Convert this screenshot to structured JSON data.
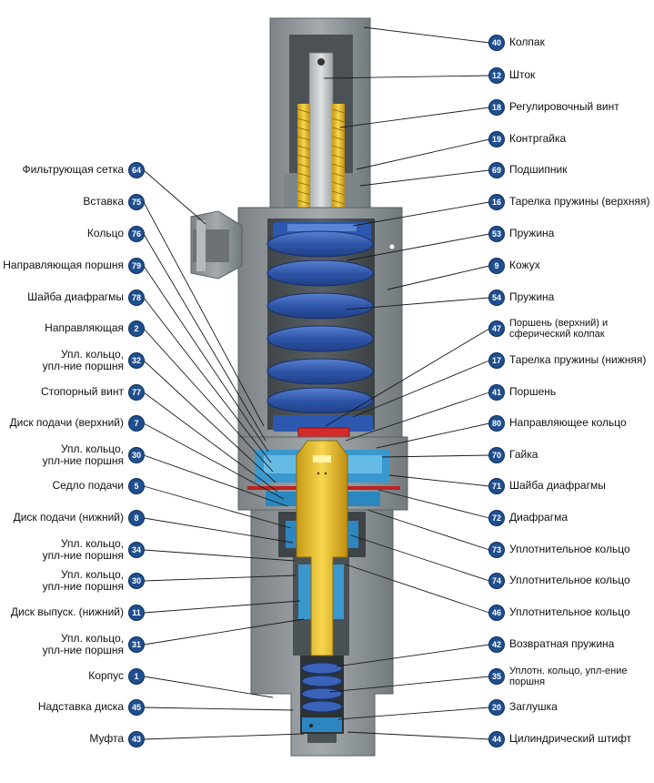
{
  "left_labels": [
    {
      "num": "64",
      "text": "Фильтрующая сетка"
    },
    {
      "num": "75",
      "text": "Вставка"
    },
    {
      "num": "76",
      "text": "Кольцо"
    },
    {
      "num": "79",
      "text": "Направляющая поршня"
    },
    {
      "num": "78",
      "text": "Шайба диафрагмы"
    },
    {
      "num": "2",
      "text": "Направляющая"
    },
    {
      "num": "32",
      "text": "Упл. кольцо,\nупл-ние поршня"
    },
    {
      "num": "77",
      "text": "Стопорный винт"
    },
    {
      "num": "7",
      "text": "Диск подачи (верхний)"
    },
    {
      "num": "30",
      "text": "Упл. кольцо,\nупл-ние поршня"
    },
    {
      "num": "5",
      "text": "Седло подачи"
    },
    {
      "num": "8",
      "text": "Диск подачи (нижний)"
    },
    {
      "num": "34",
      "text": "Упл. кольцо,\nупл-ние поршня"
    },
    {
      "num": "30",
      "text": "Упл. кольцо,\nупл-ние поршня"
    },
    {
      "num": "11",
      "text": "Диск выпуск. (нижний)"
    },
    {
      "num": "31",
      "text": "Упл. кольцо,\nупл-ние поршня"
    },
    {
      "num": "1",
      "text": "Корпус"
    },
    {
      "num": "45",
      "text": "Надставка диска"
    },
    {
      "num": "43",
      "text": "Муфта"
    }
  ],
  "right_labels": [
    {
      "num": "40",
      "text": "Колпак"
    },
    {
      "num": "12",
      "text": "Шток"
    },
    {
      "num": "18",
      "text": "Регулировочный винт"
    },
    {
      "num": "19",
      "text": "Контргайка"
    },
    {
      "num": "69",
      "text": "Подшипник"
    },
    {
      "num": "16",
      "text": "Тарелка пружины (верхняя)"
    },
    {
      "num": "53",
      "text": "Пружина"
    },
    {
      "num": "9",
      "text": "Кожух"
    },
    {
      "num": "54",
      "text": "Пружина"
    },
    {
      "num": "47",
      "text": "Поршень (верхний) и\nсферический колпак"
    },
    {
      "num": "17",
      "text": "Тарелка пружины (нижняя)"
    },
    {
      "num": "41",
      "text": "Поршень"
    },
    {
      "num": "80",
      "text": "Направляющее кольцо"
    },
    {
      "num": "70",
      "text": "Гайка"
    },
    {
      "num": "71",
      "text": "Шайба диафрагмы"
    },
    {
      "num": "72",
      "text": "Диафрагма"
    },
    {
      "num": "73",
      "text": "Уплотнительное кольцо"
    },
    {
      "num": "74",
      "text": "Уплотнительное кольцо"
    },
    {
      "num": "46",
      "text": "Уплотнительное кольцо"
    },
    {
      "num": "42",
      "text": "Возвратная пружина"
    },
    {
      "num": "35",
      "text": "Уплотн. кольцо, упл-ение\nпоршня"
    },
    {
      "num": "20",
      "text": "Заглушка"
    },
    {
      "num": "44",
      "text": "Цилиндрический штифт"
    }
  ],
  "colors": {
    "badge": "#1f4f8f",
    "body_gray": "#8e9497",
    "spring_blue": "#3a62b8",
    "brass": "#e8c23a",
    "red": "#d42a2a",
    "cyan": "#4aa8d8"
  }
}
